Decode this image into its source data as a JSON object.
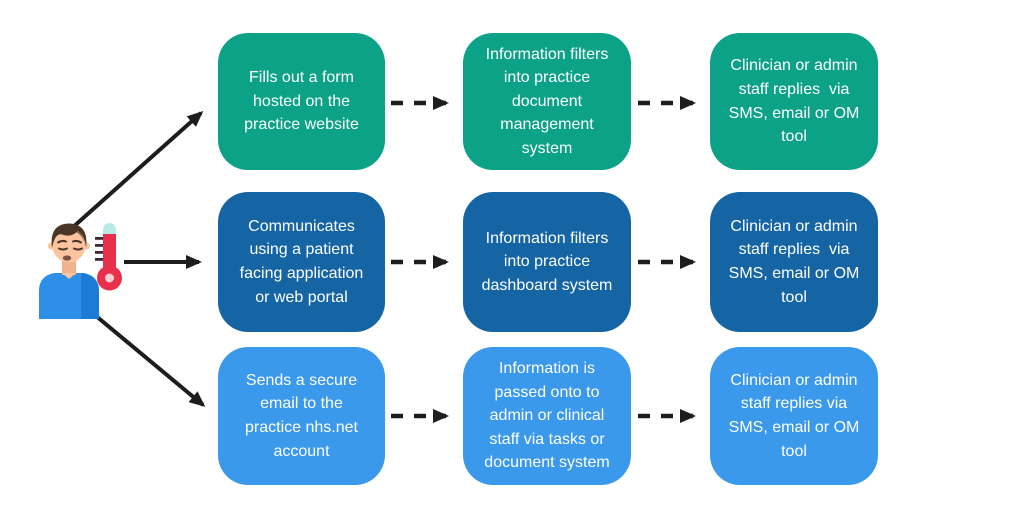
{
  "diagram": {
    "background_color": "#ffffff",
    "arrow_color": "#1d1d1b",
    "text_color": "#ffffff",
    "source_icon": "sick-patient-with-thermometer",
    "rows": [
      {
        "color": "#0ba287",
        "steps": [
          "Fills out a form hosted on the practice website",
          "Information filters into practice document management system",
          "Clinician or admin staff replies  via SMS, email or OM tool"
        ]
      },
      {
        "color": "#1565a4",
        "steps": [
          "Communicates using a patient facing application or web portal",
          "Information filters into practice dashboard system",
          "Clinician or admin staff replies  via SMS, email or OM tool"
        ]
      },
      {
        "color": "#3b99ec",
        "steps": [
          "Sends a secure email to the practice nhs.net account",
          "Information is passed onto to admin or clinical staff via tasks or document system",
          "Clinician or admin staff replies via SMS, email or OM tool"
        ]
      }
    ]
  }
}
